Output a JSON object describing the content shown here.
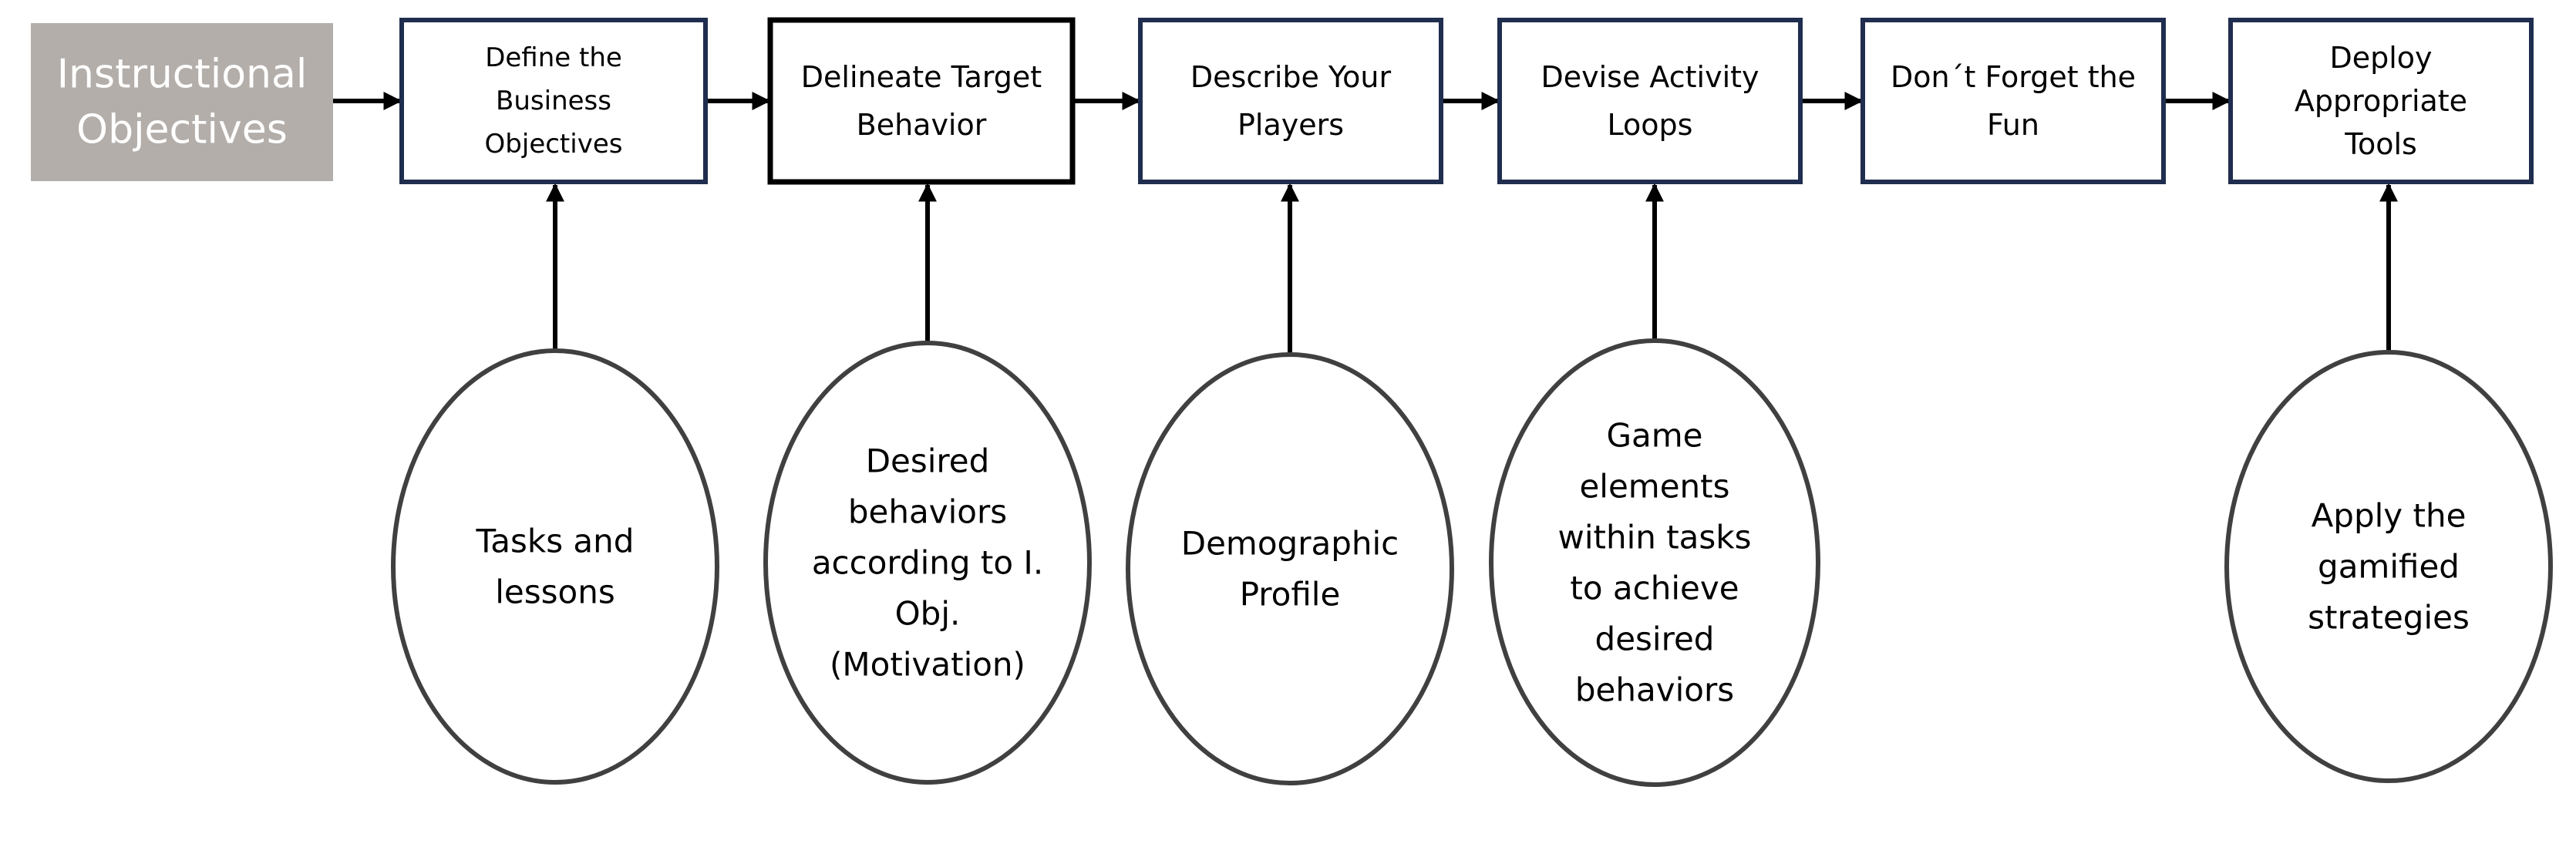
{
  "diagram": {
    "start_node": {
      "lines": [
        "Instructional",
        "Objectives"
      ],
      "fill": "#b3aeaa"
    },
    "steps": [
      {
        "lines": [
          "Define the",
          "Business",
          "Objectives"
        ]
      },
      {
        "lines": [
          "Delineate Target",
          "Behavior"
        ]
      },
      {
        "lines": [
          "Describe Your",
          "Players"
        ]
      },
      {
        "lines": [
          "Devise Activity",
          "Loops"
        ]
      },
      {
        "lines": [
          "Don´t Forget the",
          "Fun"
        ]
      },
      {
        "lines": [
          "Deploy",
          "Appropriate",
          "Tools"
        ]
      }
    ],
    "inputs": [
      {
        "step": 0,
        "lines": [
          "Tasks and",
          "lessons"
        ]
      },
      {
        "step": 1,
        "lines": [
          "Desired",
          "behaviors",
          "according to I.",
          "Obj.",
          "(Motivation)"
        ]
      },
      {
        "step": 2,
        "lines": [
          "Demographic",
          "Profile"
        ]
      },
      {
        "step": 3,
        "lines": [
          "Game",
          "elements",
          "within tasks",
          "to achieve",
          "desired",
          "behaviors"
        ]
      },
      {
        "step": 5,
        "lines": [
          "Apply the",
          "gamified",
          "strategies"
        ]
      }
    ],
    "colors": {
      "box_border": "#1f2d4e",
      "box_border_emphasis": "#000000",
      "arrow": "#000000",
      "ellipse_border": "#404040"
    }
  }
}
